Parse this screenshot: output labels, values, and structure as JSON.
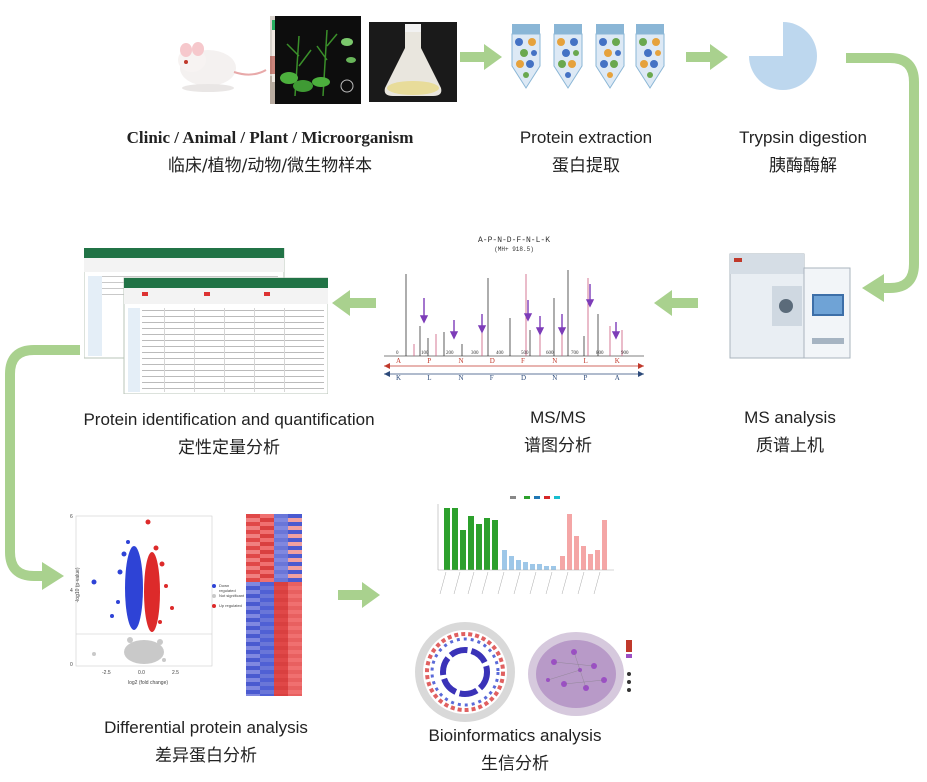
{
  "colors": {
    "arrow": "#a9d18e",
    "arrow_dark": "#8fc06e"
  },
  "steps": [
    {
      "id": "sample",
      "en": "Clinic / Animal / Plant / Microorganism",
      "zh": "临床/植物/动物/微生物样本"
    },
    {
      "id": "extraction",
      "en": "Protein extraction",
      "zh": "蛋白提取"
    },
    {
      "id": "digestion",
      "en": "Trypsin digestion",
      "zh": "胰酶酶解"
    },
    {
      "id": "ms",
      "en": "MS analysis",
      "zh": "质谱上机"
    },
    {
      "id": "msms",
      "en": "MS/MS",
      "zh": "谱图分析"
    },
    {
      "id": "identification",
      "en": "Protein identification and quantification",
      "zh": "定性定量分析"
    },
    {
      "id": "differential",
      "en": "Differential protein analysis",
      "zh": "差异蛋白分析"
    },
    {
      "id": "bioinfo",
      "en": "Bioinformatics analysis",
      "zh": "生信分析"
    }
  ],
  "spectrum": {
    "peptide": "A-P-N-D-F-N-L-K",
    "mass": "(MH+ 918.5)",
    "ticks": [
      "0",
      "100",
      "200",
      "300",
      "400",
      "500",
      "600",
      "700",
      "800",
      "900"
    ],
    "b_series": [
      "A",
      "P",
      "N",
      "D",
      "F",
      "N",
      "L",
      "K"
    ],
    "y_series": [
      "K",
      "L",
      "N",
      "F",
      "D",
      "N",
      "P",
      "A"
    ]
  },
  "volcano": {
    "ylabel": "-log10 (p-value)",
    "xlabel": "log2 (fold change)",
    "xticks": [
      "-2.5",
      "0.0",
      "2.5"
    ],
    "yticks": [
      "0",
      "4",
      "6"
    ],
    "legend": [
      "Down regulated",
      "Not significant",
      "Up regulated"
    ]
  }
}
